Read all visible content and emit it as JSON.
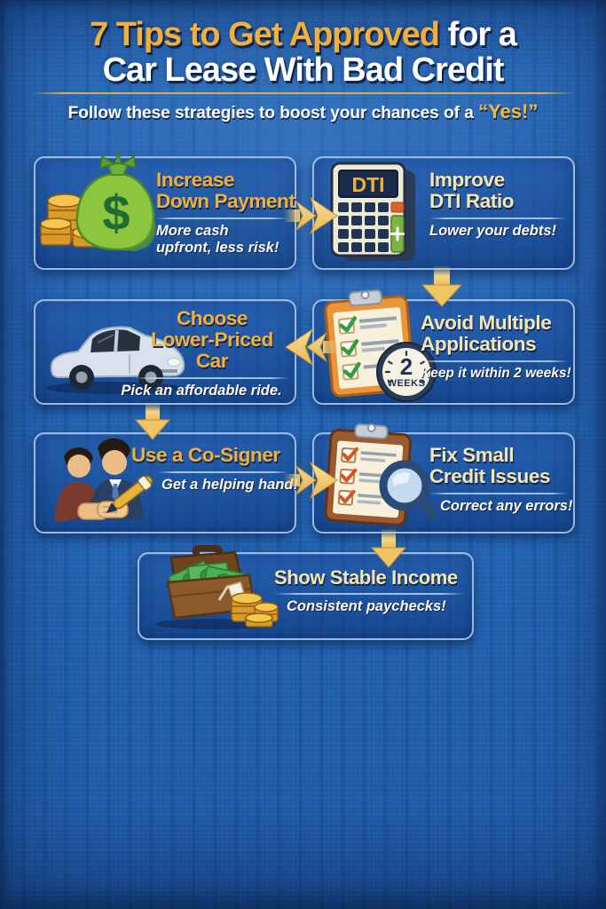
{
  "header": {
    "title_gold": "7 Tips to Get Approved",
    "title_white": "for a",
    "title_line2": "Car Lease With Bad Credit",
    "subtitle_text": "Follow these strategies to boost your chances of a",
    "subtitle_accent": "“Yes!”"
  },
  "cards": [
    {
      "name": "increase-down-payment",
      "title_lines": [
        "Increase",
        "Down Payment"
      ],
      "subtext": "More cash upfront, less risk!",
      "icon": "money-bag-icon",
      "title_color": "#F2B03A"
    },
    {
      "name": "improve-dti-ratio",
      "title_lines": [
        "Improve",
        "DTI Ratio"
      ],
      "subtext": "Lower your debts!",
      "icon": "dti-calculator-icon",
      "calculator_display": "DTI",
      "title_color": "#F6E5AE"
    },
    {
      "name": "avoid-multiple-applications",
      "title_lines": [
        "Avoid Multiple",
        "Applications"
      ],
      "subtext": "Keep it within 2 weeks!",
      "icon": "checklist-clock-icon",
      "badge_number": "2",
      "badge_unit": "WEEKS",
      "title_color": "#F6E5AE"
    },
    {
      "name": "choose-lower-priced-car",
      "title_lines": [
        "Choose",
        "Lower-Priced",
        "Car"
      ],
      "subtext": "Pick an affordable ride.",
      "icon": "car-icon",
      "title_color": "#F2B03A"
    },
    {
      "name": "use-a-co-signer",
      "title_lines": [
        "Use a Co-Signer"
      ],
      "subtext": "Get a helping hand!",
      "icon": "cosigner-handshake-icon",
      "title_color": "#F2B03A"
    },
    {
      "name": "fix-small-credit-issues",
      "title_lines": [
        "Fix Small",
        "Credit Issues"
      ],
      "subtext": "Correct any errors!",
      "icon": "credit-check-magnifier-icon",
      "title_color": "#F6E5AE"
    },
    {
      "name": "show-stable-income",
      "title_lines": [
        "Show Stable Income"
      ],
      "subtext": "Consistent paychecks!",
      "icon": "income-briefcase-icon",
      "title_color": "#F6E5AE"
    }
  ],
  "colors": {
    "background": "#2263B2",
    "card_border": "#AACBEE",
    "gold": "#F2B03A",
    "cream": "#F6E5AE",
    "white": "#FFFFFF",
    "arrow": "#F2CC74"
  }
}
